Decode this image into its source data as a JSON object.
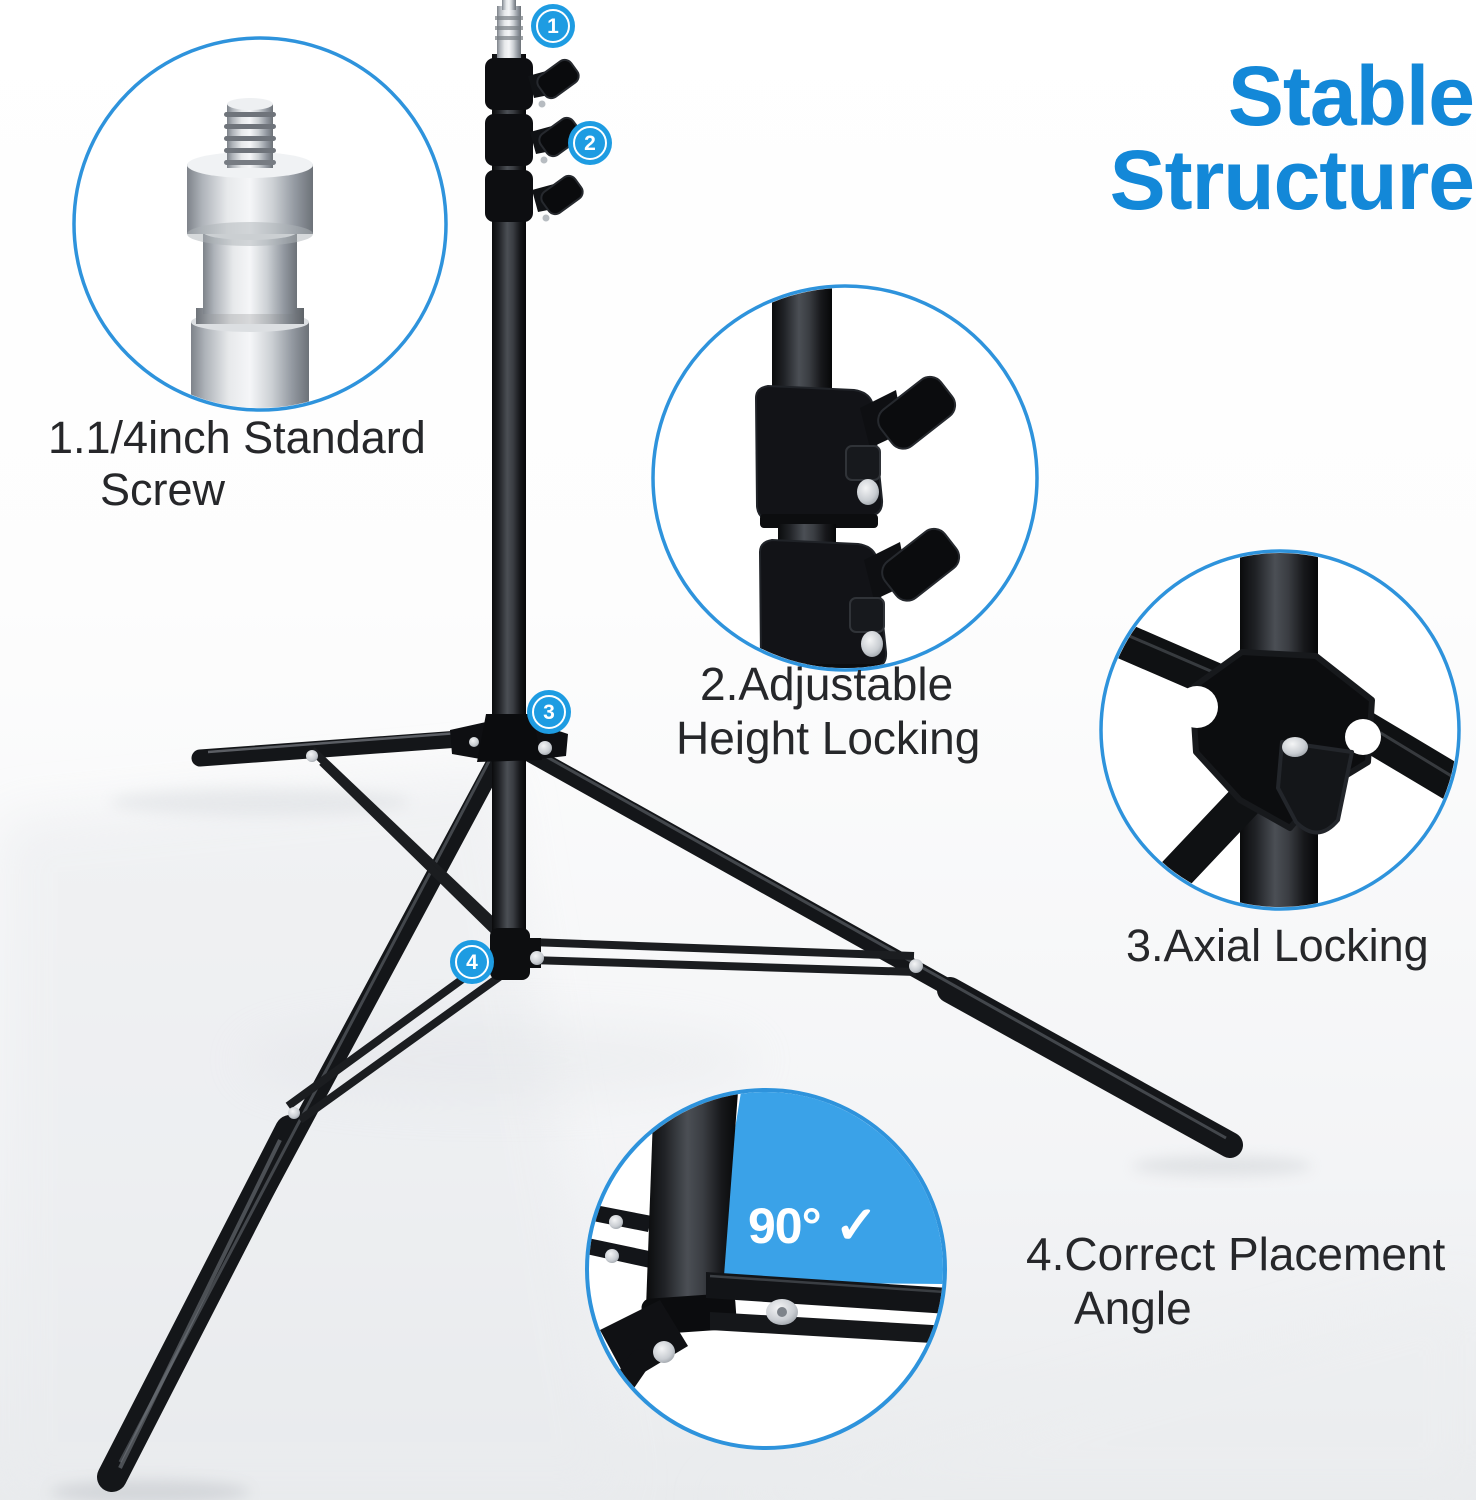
{
  "title": {
    "line1": "Stable",
    "line2": "Structure"
  },
  "callouts": [
    {
      "badge": "1",
      "line1": "1.1/4inch Standard",
      "line2": "Screw",
      "icon": "screw-adapter-icon"
    },
    {
      "badge": "2",
      "line1": "2.Adjustable",
      "line2": "Height Locking",
      "icon": "height-locking-clamps-icon"
    },
    {
      "badge": "3",
      "line1": "3.Axial Locking",
      "line2": "",
      "icon": "axial-locking-hub-icon"
    },
    {
      "badge": "4",
      "line1": "4.Correct Placement",
      "line2": "Angle",
      "icon": "placement-angle-icon"
    }
  ],
  "angle": {
    "value": "90°",
    "check": "✓"
  },
  "colors": {
    "title_blue": "#1388D8",
    "badge_blue": "#1E9CE2",
    "circle_border_blue": "#2E93DC",
    "wedge_blue": "#3AA2E8",
    "text_dark": "#26272A",
    "stand_black": "#131519"
  }
}
